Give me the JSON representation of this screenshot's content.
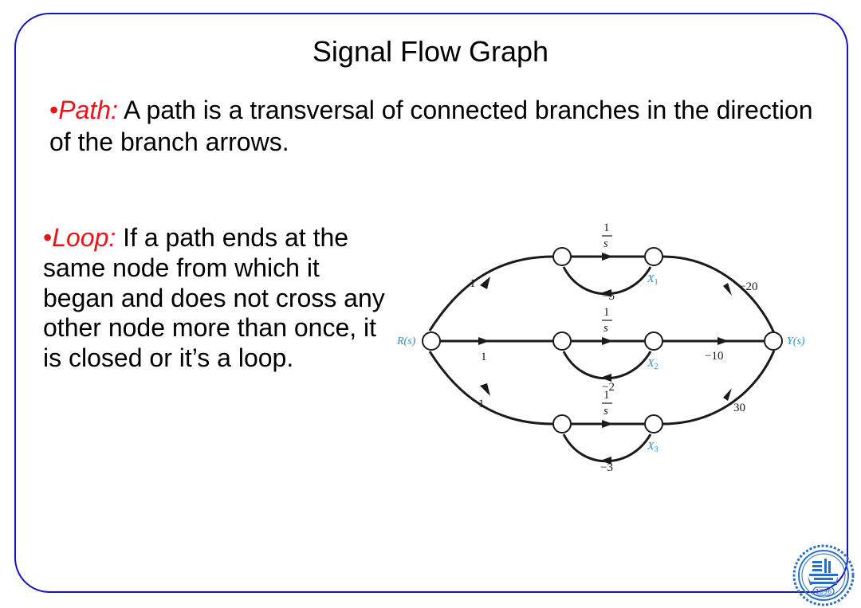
{
  "slide": {
    "title": "Signal Flow Graph",
    "path_bullet": {
      "marker": "•",
      "term": "Path",
      "colon": ":",
      "text": " A path is a transversal of connected branches in the direction of the branch arrows."
    },
    "loop_bullet": {
      "marker": "•",
      "term": "Loop",
      "colon": ":",
      "text": "  If a path ends at the same node from which it began and does not cross any other node more than  once, it is closed or it’s a loop."
    }
  },
  "diagram": {
    "input_label": "R(s)",
    "output_label": "Y(s)",
    "state_labels": {
      "x1": "X",
      "x1_sub": "1",
      "x2": "X",
      "x2_sub": "2",
      "x3": "X",
      "x3_sub": "3"
    },
    "gains": {
      "input_top": "1",
      "input_mid": "1",
      "input_bottom": "1",
      "integrator_num": "1",
      "integrator_den": "s",
      "feedback_top": "−5",
      "feedback_mid": "−2",
      "feedback_bottom": "−3",
      "output_top": "−20",
      "output_mid": "−10",
      "output_bottom": "30"
    }
  },
  "colors": {
    "frame": "#1515b8",
    "term_red": "#e8141a",
    "node_label_blue": "#2b8fd0",
    "seal_blue": "#2a6fc0"
  },
  "logo": {
    "year": "1896"
  }
}
